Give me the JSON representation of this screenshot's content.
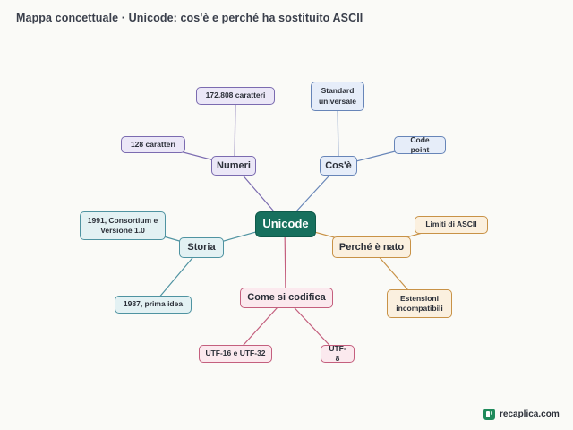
{
  "title": "Mappa concettuale · Unicode: cos'è e perché ha sostituito ASCII",
  "root": "Unicode",
  "branches": {
    "numeri": "Numeri",
    "cose": "Cos'è",
    "perche": "Perché è nato",
    "codifica": "Come si codifica",
    "storia": "Storia"
  },
  "leaves": {
    "caratteri_172808": "172.808 caratteri",
    "caratteri_128": "128 caratteri",
    "standard_universale": "Standard universale",
    "code_point": "Code point",
    "limiti_ascii": "Limiti di ASCII",
    "estensioni_incompatibili": "Estensioni incompatibili",
    "utf16_utf32": "UTF-16 e UTF-32",
    "utf8": "UTF-8",
    "storia_1991": "1991, Consortium e Versione 1.0",
    "storia_1987": "1987, prima idea"
  },
  "colors": {
    "root": "#17705e",
    "numeri": "#7b6bb0",
    "cose": "#6785b8",
    "perche": "#c89247",
    "codifica": "#c45f7e",
    "storia": "#4f93a1"
  },
  "logo": {
    "text": "recaplica.com",
    "icon": "recaplica-logo-icon"
  }
}
